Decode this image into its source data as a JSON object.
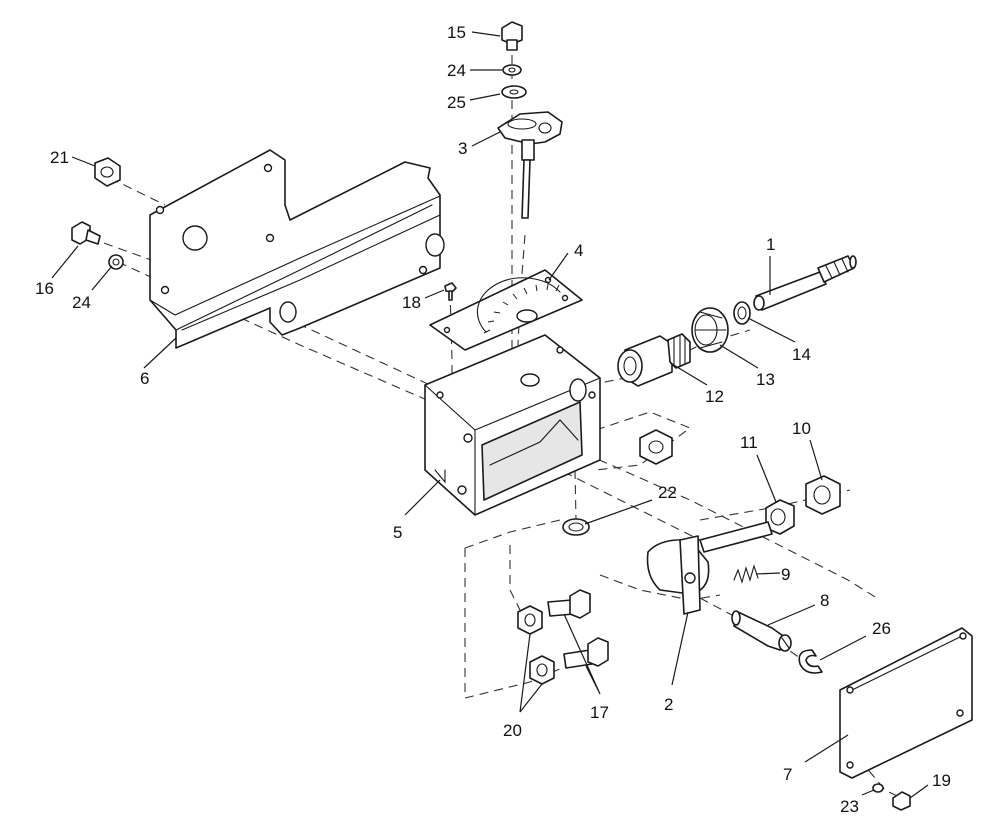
{
  "callouts": {
    "c1": "1",
    "c2": "2",
    "c3": "3",
    "c4": "4",
    "c5": "5",
    "c6": "6",
    "c7": "7",
    "c8": "8",
    "c9": "9",
    "c10": "10",
    "c11": "11",
    "c12": "12",
    "c13": "13",
    "c14": "14",
    "c15": "15",
    "c16": "16",
    "c17": "17",
    "c18": "18",
    "c19": "19",
    "c20": "20",
    "c21": "21",
    "c22": "22",
    "c23": "23",
    "c24a": "24",
    "c24b": "24",
    "c25": "25",
    "c26": "26"
  }
}
